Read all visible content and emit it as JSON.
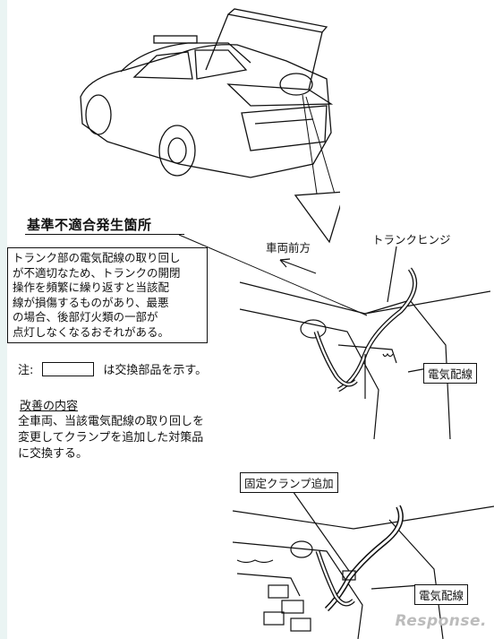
{
  "heading": "基準不適合発生箇所",
  "notice_text": "トランク部の電気配線の取り回し\nが不適切なため、トランクの開閉\n操作を頻繁に繰り返すと当該配\n線が損傷するものがあり、最悪\nの場合、後部灯火類の一部が\n点灯しなくなるおそれがある。",
  "note": {
    "prefix": "注:",
    "suffix": "は交換部品を示す。"
  },
  "improvement": {
    "heading": "改善の内容",
    "body": "全車両、当該電気配線の取り回しを\n変更してクランプを追加した対策品\nに交換する。"
  },
  "labels": {
    "vehicle_front": "車両前方",
    "trunk_hinge": "トランクヒンジ",
    "wiring_upper": "電気配線",
    "clamp_added": "固定クランプ追加",
    "wiring_lower": "電気配線"
  },
  "watermark": "Response."
}
